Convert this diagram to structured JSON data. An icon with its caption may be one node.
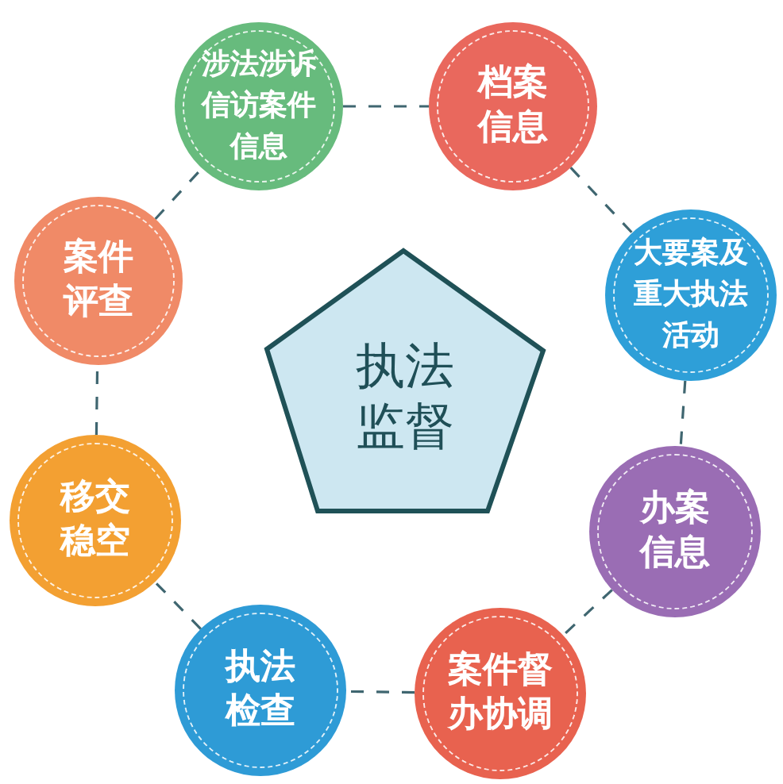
{
  "diagram": {
    "nodes": [
      {
        "text": [
          "涉法涉诉信访案件信息"
        ]
      },
      {
        "text": [
          "档案信息"
        ]
      },
      {
        "text": [
          "大要案及重大执法活动"
        ]
      },
      {
        "text": [
          "办案信息"
        ]
      },
      {
        "text": [
          "案件督办协调"
        ]
      },
      {
        "text": [
          "执法检查"
        ]
      },
      {
        "text": [
          "移交稳空"
        ]
      },
      {
        "text": [
          "案件评查"
        ]
      },
      {
        "text": [
          "执法监督"
        ]
      }
    ],
    "edges": [
      {
        "from": 0,
        "to": 1,
        "arrow": "none",
        "style": "dashed"
      },
      {
        "from": 1,
        "to": 2,
        "arrow": "none",
        "style": "dashed"
      },
      {
        "from": 2,
        "to": 3,
        "arrow": "none",
        "style": "dashed"
      },
      {
        "from": 3,
        "to": 4,
        "arrow": "none",
        "style": "dashed"
      },
      {
        "from": 4,
        "to": 5,
        "arrow": "none",
        "style": "dashed"
      },
      {
        "from": 5,
        "to": 6,
        "arrow": "none",
        "style": "dashed"
      },
      {
        "from": 6,
        "to": 7,
        "arrow": "none",
        "style": "dashed"
      },
      {
        "from": 7,
        "to": 0,
        "arrow": "none",
        "style": "dashed"
      }
    ]
  }
}
